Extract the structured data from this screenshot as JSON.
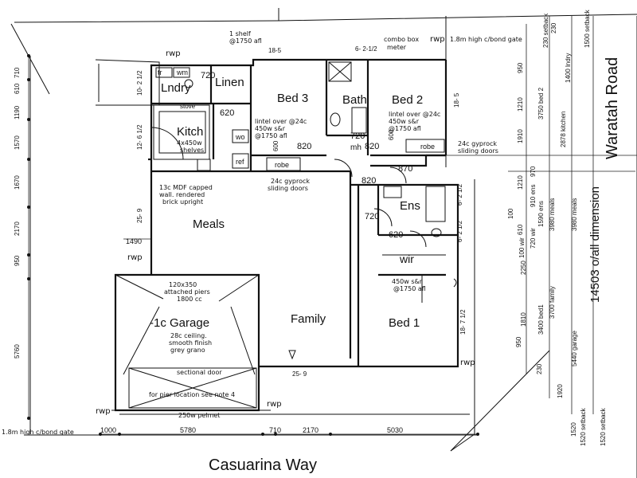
{
  "streets": {
    "bottom": "Casuarina Way",
    "right": "Waratah Road",
    "overall": "14503 o/all dimension"
  },
  "rooms": {
    "laundry": "Lndry",
    "linen": "Linen",
    "bed3": "Bed 3",
    "bath": "Bath",
    "bed2": "Bed  2",
    "kitchen": "Kitch",
    "meals": "Meals",
    "ens": "Ens",
    "wir": "wir",
    "family": "Family",
    "bed1": "Bed 1",
    "garage": "-1c Garage"
  },
  "fixtures": {
    "tr": "tr",
    "wm": "wm",
    "wo": "wo",
    "ref": "ref",
    "mh": "mh",
    "robe": "robe",
    "stove": "stove"
  },
  "notes": {
    "shelf": [
      "1 shelf",
      "@1750 afl"
    ],
    "combo": [
      "combo box",
      "meter"
    ],
    "gate_top": "1.8m high c/bond gate",
    "gate_bottom": "1.8m high c/bond gate",
    "shelves": [
      "4x450w",
      "shelves"
    ],
    "lintel_bed3": [
      "lintel over @24c",
      "450w s&r",
      "@1750 afl"
    ],
    "lintel_bed2": [
      "lintel over @24c",
      "450w s&r",
      "@1750 afl"
    ],
    "gyprock_bed2": [
      "24c gyprock",
      "sliding doors"
    ],
    "gyprock_bed3": [
      "24c gyprock",
      "sliding doors"
    ],
    "mdf": [
      "13c MDF capped",
      "wall. rendered",
      "brick upright"
    ],
    "wir_shelf": [
      "450w s&r",
      "@1750 afl"
    ],
    "piers": [
      "120x350",
      "attached piers",
      "1800 cc"
    ],
    "garage_ceiling": [
      "28c ceiling.",
      "smooth finish",
      "grey grano"
    ],
    "sectional": "sectional door",
    "pier_note": "for pier location see note 4",
    "pelmet": "250w pelmet",
    "rwp": "rwp"
  },
  "dimensions": {
    "top": [
      "18-5",
      "6- 2-1/2"
    ],
    "openings": [
      "720",
      "620",
      "820",
      "720",
      "820",
      "870",
      "820",
      "720",
      "620",
      "600",
      "600"
    ],
    "left_side": [
      "10- 2 1/2",
      "12- 6 1/2",
      "25- 9"
    ],
    "right_side": [
      "18- 5",
      "6- 2 1/2",
      "6- 2 1/2",
      "18- 7 1/2"
    ],
    "bottom_room": "25- 9",
    "side_1490": "1490",
    "bottom_chain": [
      "1000",
      "5780",
      "710",
      "2170",
      "5030"
    ],
    "left_chain": [
      "710",
      "610",
      "1190",
      "1570",
      "1670",
      "2170",
      "950",
      "5760"
    ],
    "right_vertical": [
      "950",
      "1210",
      "1910",
      "1210",
      "970",
      "100",
      "610",
      "2250",
      "1810",
      "950",
      "230",
      "1920",
      "1520",
      "230"
    ],
    "right_labels": [
      "3750 bed 2",
      "2878 kitchen",
      "1590 ens",
      "3980 meals",
      "3980 meals",
      "3400 bed1",
      "3700 family",
      "5440 garage",
      "1520 setback",
      "1520 setback",
      "1500 setback",
      "1400 lndry",
      "230 setback",
      "720 wir",
      "100 wir",
      "910 ens"
    ]
  }
}
